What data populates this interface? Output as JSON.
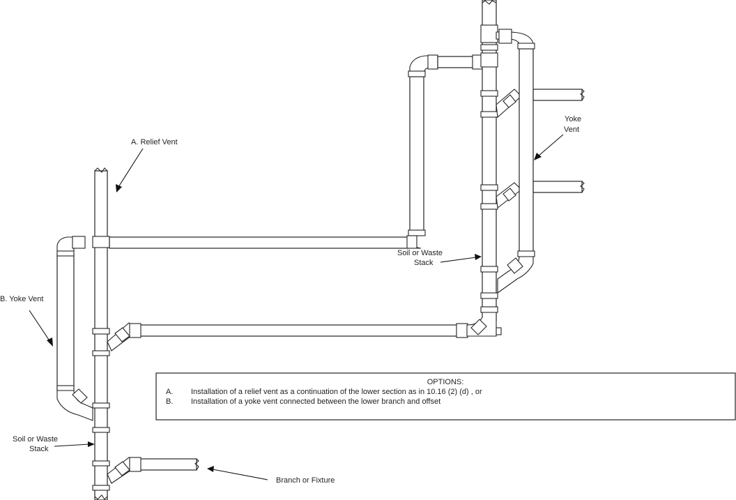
{
  "labels": {
    "relief_vent": "A. Relief Vent",
    "yoke_vent_b": "B. Yoke Vent",
    "stack_left_line1": "Soil or Waste",
    "stack_left_line2": "Stack",
    "branch_fixture": "Branch or Fixture",
    "stack_right_line1": "Soil or Waste",
    "stack_right_line2": "Stack",
    "yoke_vent_right_line1": "Yoke",
    "yoke_vent_right_line2": "Vent"
  },
  "options": {
    "title": "OPTIONS:",
    "items": [
      {
        "letter": "A.",
        "text": "Installation of a relief vent as a continuation of the lower section as in 10.16 (2) (d) , or"
      },
      {
        "letter": "B.",
        "text": "Installation of a yoke vent connected between the lower branch and offset"
      }
    ]
  }
}
